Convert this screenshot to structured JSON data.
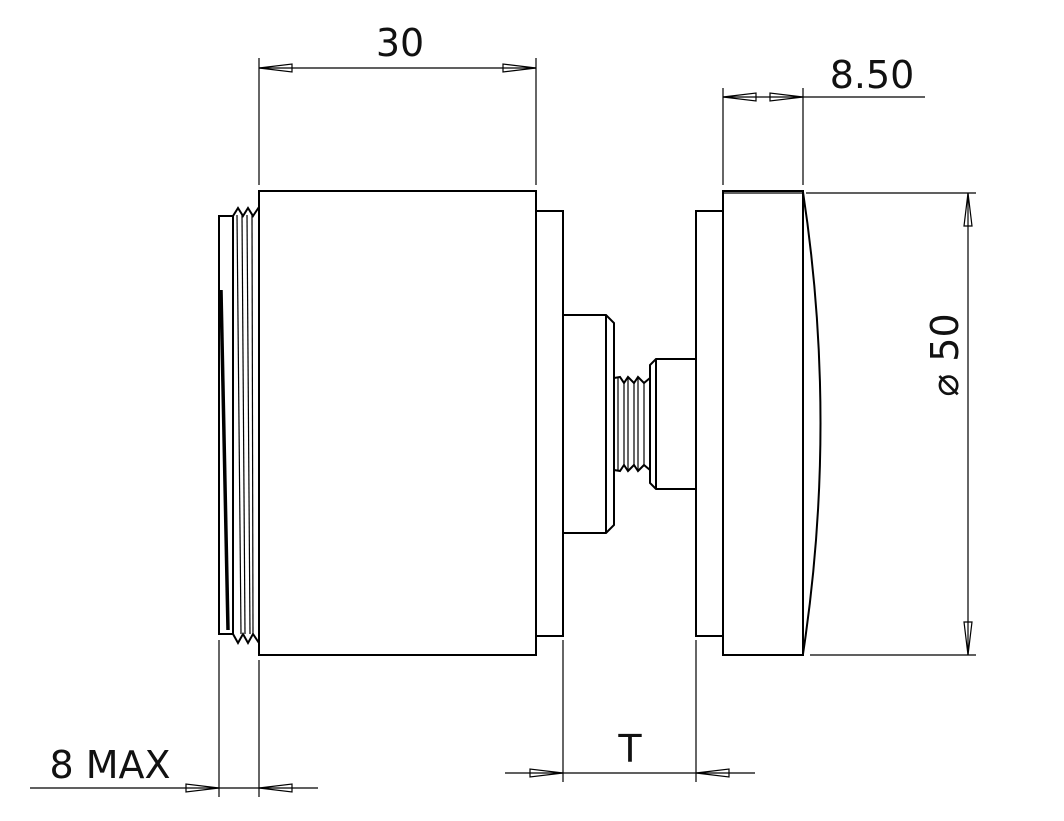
{
  "drawing": {
    "dimensions": {
      "body_width": "30",
      "cap_thickness": "8.50",
      "diameter": "⌀ 50",
      "thread_length": "8 MAX",
      "glass_thickness": "T"
    },
    "line_color": "#000000",
    "background": "#ffffff"
  }
}
